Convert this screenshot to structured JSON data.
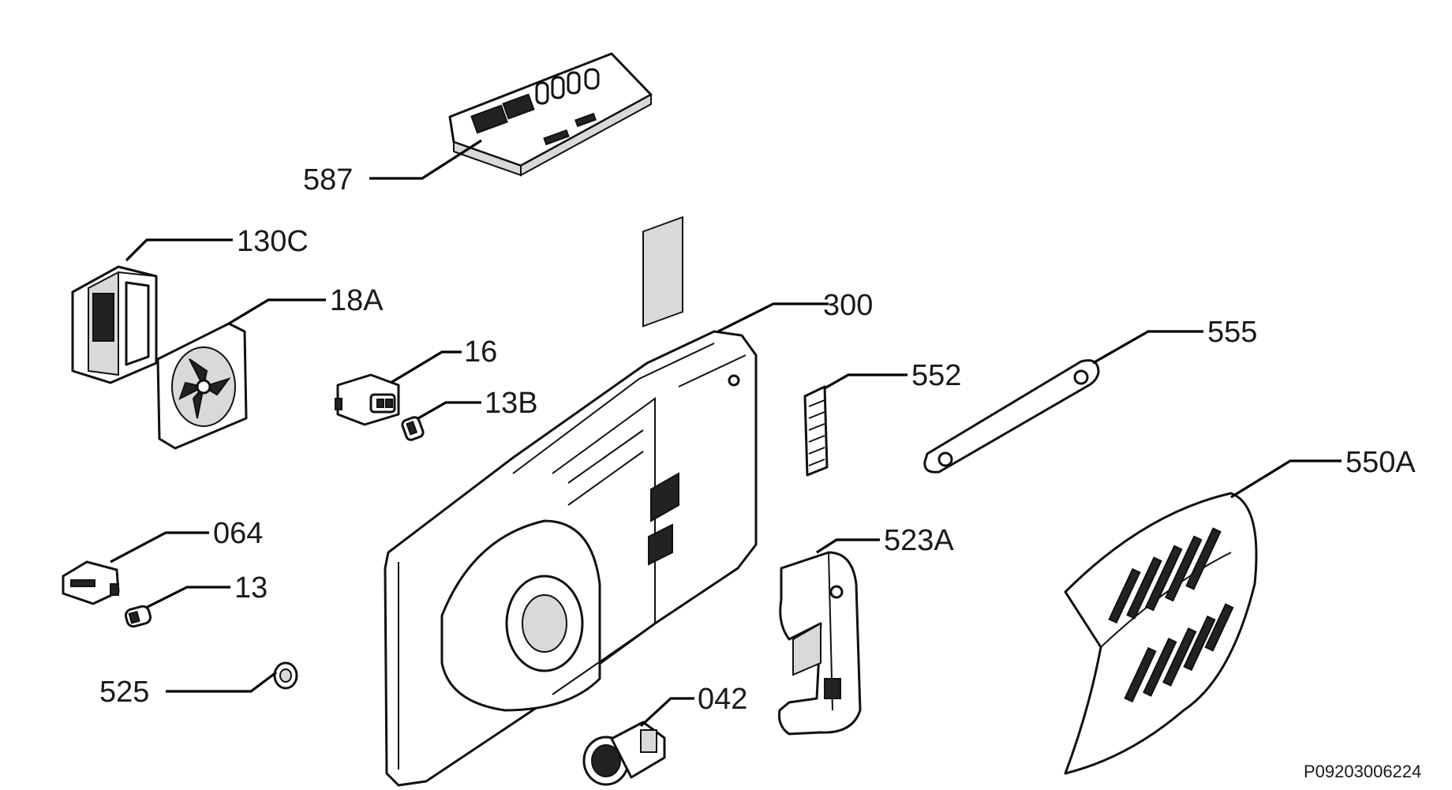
{
  "parts": [
    {
      "id": "p587",
      "label": "587"
    },
    {
      "id": "p130C",
      "label": "130C"
    },
    {
      "id": "p18A",
      "label": "18A"
    },
    {
      "id": "p300",
      "label": "300"
    },
    {
      "id": "p16",
      "label": "16"
    },
    {
      "id": "p13B",
      "label": "13B"
    },
    {
      "id": "p555",
      "label": "555"
    },
    {
      "id": "p552",
      "label": "552"
    },
    {
      "id": "p550A",
      "label": "550A"
    },
    {
      "id": "p064",
      "label": "064"
    },
    {
      "id": "p13",
      "label": "13"
    },
    {
      "id": "p523A",
      "label": "523A"
    },
    {
      "id": "p525",
      "label": "525"
    },
    {
      "id": "p042",
      "label": "042"
    }
  ],
  "reference_code": "P09203006224",
  "colors": {
    "line": "#000000",
    "background": "#ffffff"
  }
}
